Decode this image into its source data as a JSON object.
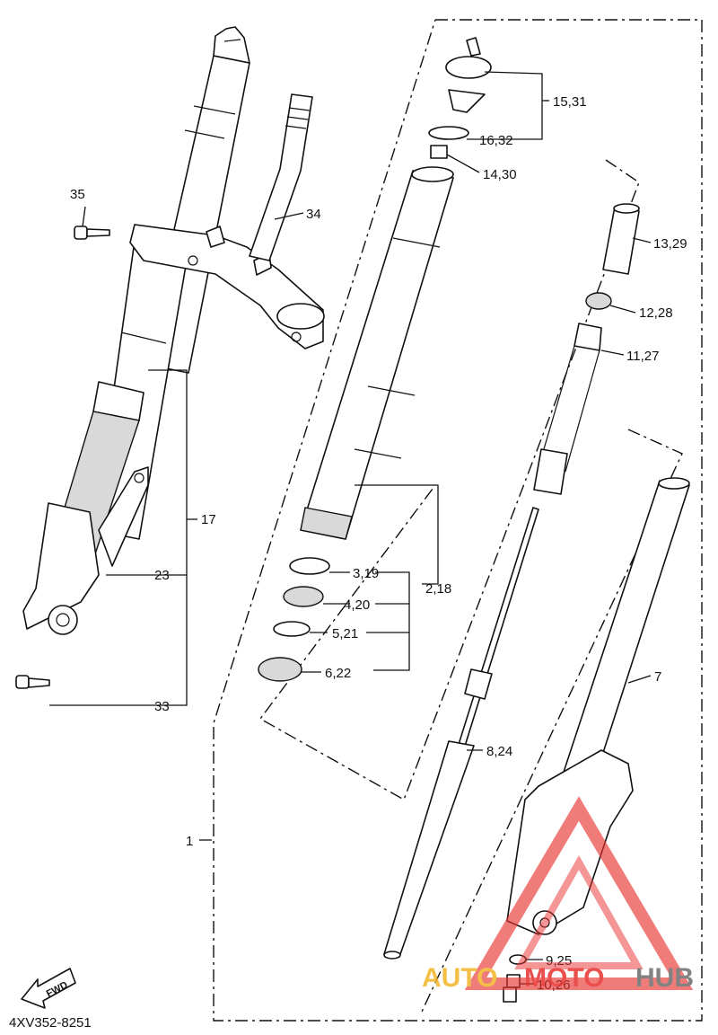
{
  "diagram": {
    "code": "4XV352-8251",
    "direction": "FWD",
    "watermark": {
      "auto": "AUTO",
      "moto": "MOTO",
      "hub": "HUB"
    },
    "callouts": {
      "c15_31": "15,31",
      "c16_32": "16,32",
      "c14_30": "14,30",
      "c13_29": "13,29",
      "c12_28": "12,28",
      "c11_27": "11,27",
      "c35": "35",
      "c34": "34",
      "c17": "17",
      "c23": "23",
      "c33": "33",
      "c3_19": "3,19",
      "c4_20": "4,20",
      "c5_21": "5,21",
      "c6_22": "6,22",
      "c2_18": "2,18",
      "c7": "7",
      "c8_24": "8,24",
      "c1": "1",
      "c9_25": "9,25",
      "c10_26": "10,26"
    },
    "colors": {
      "line": "#111111",
      "watermark_red": "#e8312f",
      "watermark_yellow": "#f3b428",
      "watermark_grey": "#6d6d6d"
    }
  }
}
